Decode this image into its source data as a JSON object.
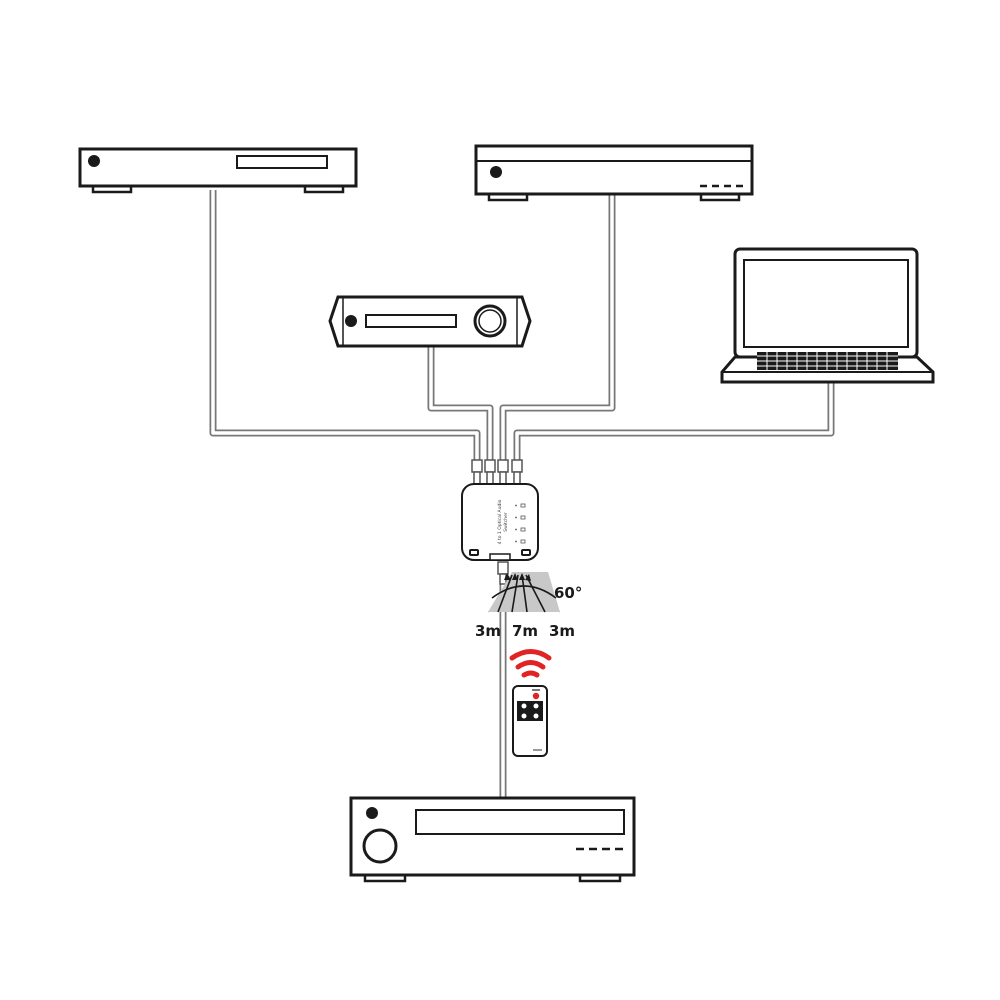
{
  "diagram": {
    "devices": [
      {
        "id": "source-player-left",
        "kind": "disc-player"
      },
      {
        "id": "source-player-right",
        "kind": "set-top-box"
      },
      {
        "id": "source-receiver-middle",
        "kind": "av-receiver"
      },
      {
        "id": "source-laptop",
        "kind": "laptop"
      },
      {
        "id": "switcher",
        "kind": "4x1-optical-audio-switcher"
      },
      {
        "id": "remote-control",
        "kind": "ir-remote"
      },
      {
        "id": "output-amplifier",
        "kind": "amplifier"
      }
    ],
    "switcher_label": [
      "4 to 1 Optical Audio",
      "Switcher"
    ],
    "ir_range": {
      "angle_label": "60°",
      "left_label": "3m",
      "center_label": "7m",
      "right_label": "3m"
    },
    "colors": {
      "ir_signal": "#e02424",
      "cable": "#777777",
      "coverage": "#c8c8c8",
      "outline": "#1a1a1a"
    },
    "icons": [
      "ir-signal-icon",
      "power-button-icon"
    ]
  }
}
